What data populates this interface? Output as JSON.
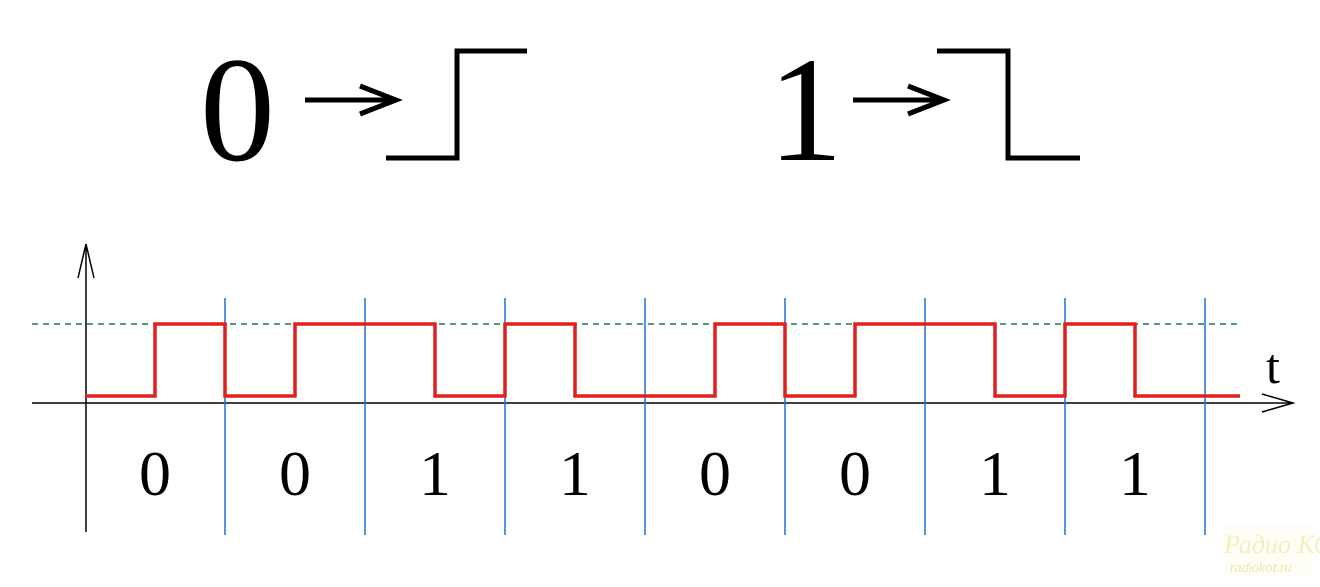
{
  "legend": [
    {
      "digit": "0",
      "transition": "rising"
    },
    {
      "digit": "1",
      "transition": "falling"
    }
  ],
  "axis": {
    "time_label": "t"
  },
  "bits": [
    "0",
    "0",
    "1",
    "1",
    "0",
    "0",
    "1",
    "1"
  ],
  "colors": {
    "signal": "#e0201c",
    "clock_lines": "#1a72d8",
    "reference_level": "#1d7a50",
    "axes": "#000000"
  },
  "watermark": {
    "brand": "Радио КОТ",
    "site": "radiokot.ru"
  }
}
